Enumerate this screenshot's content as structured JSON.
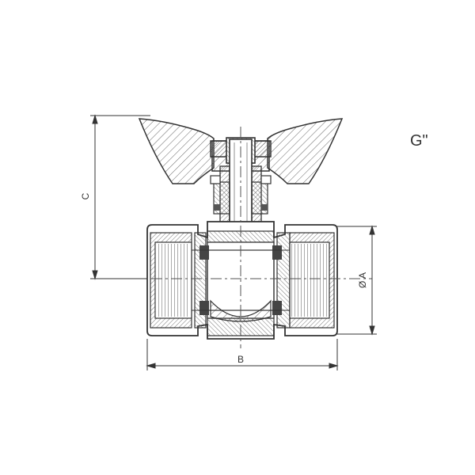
{
  "drawing": {
    "thread_label": "G\"",
    "dimension_labels": {
      "height": "C",
      "width": "B",
      "diameter": "Ø A"
    }
  },
  "colors": {
    "line": "#333333",
    "hatch": "#555555",
    "background": "#ffffff"
  }
}
